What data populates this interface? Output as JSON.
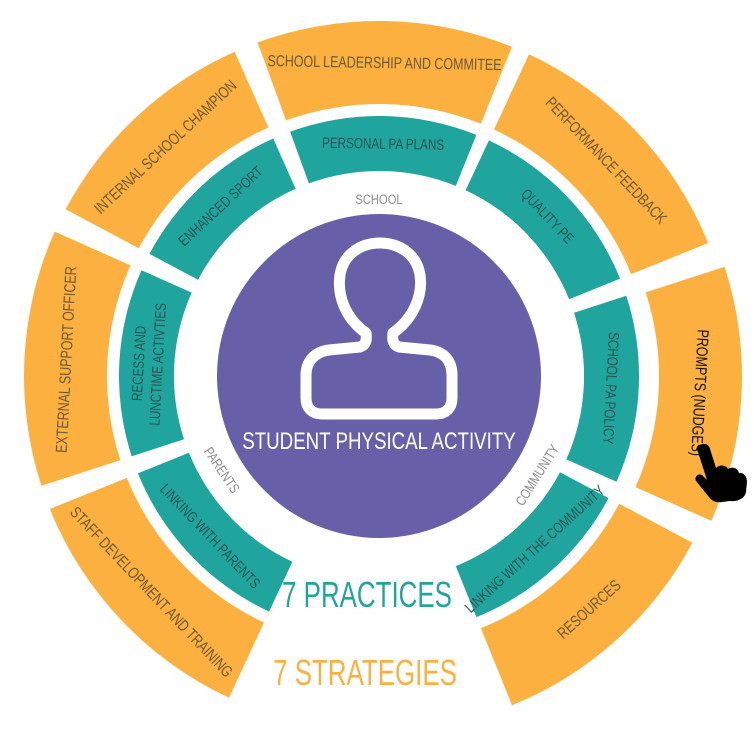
{
  "center": {
    "label": "STUDENT PHYSICAL ACTIVITY",
    "icon": "person-outline-icon"
  },
  "practices": {
    "title": "7 PRACTICES",
    "items": [
      {
        "label": "PERSONAL PA PLANS"
      },
      {
        "label": "QUALITY PE"
      },
      {
        "label": "SCHOOL PA POLICY"
      },
      {
        "label": "LINKING WITH THE COMMUNITY"
      },
      {
        "label": "LINKING WITH PARENTS"
      },
      {
        "label": "RECESS AND",
        "label2": "LUNCTIME ACTIVTIES"
      },
      {
        "label": "ENHANCED SPORT"
      }
    ]
  },
  "strategies": {
    "title": "7 STRATEGIES",
    "items": [
      {
        "label": "SCHOOL LEADERSHIP AND COMMITEE"
      },
      {
        "label": "PERFORMANCE FEEDBACK"
      },
      {
        "label": "PROMPTS (NUDGES)",
        "highlighted": true
      },
      {
        "label": "RESOURCES"
      },
      {
        "label": "STAFF DEVELOPMENT AND TRAINING"
      },
      {
        "label": "EXTERNAL SUPPORT OFFICER"
      },
      {
        "label": "INTERNAL SCHOOL CHAMPION"
      }
    ]
  },
  "contexts": {
    "school": "SCHOOL",
    "parents": "PARENTS",
    "community": "COMMUNITY"
  },
  "cursor": {
    "icon": "pointing-hand-cursor-icon"
  },
  "colors": {
    "strategy": "#FBB040",
    "practice": "#20A59E",
    "center": "#6760A9",
    "strategy_text": "#6E5A38",
    "practice_text": "#2E5452",
    "context_text": "#8A8A8A",
    "highlight_text": "#111111"
  }
}
